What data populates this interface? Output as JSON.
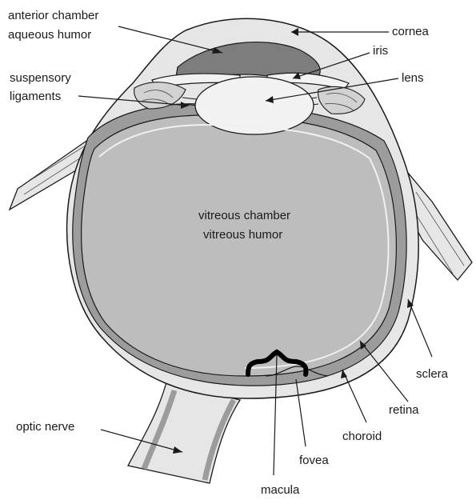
{
  "labels": {
    "anterior_chamber": "anterior chamber",
    "aqueous_humor": "aqueous humor",
    "cornea": "cornea",
    "iris": "iris",
    "lens": "lens",
    "suspensory": "suspensory",
    "ligaments": "ligaments",
    "vitreous_chamber": "vitreous chamber",
    "vitreous_humor": "vitreous humor",
    "sclera": "sclera",
    "retina": "retina",
    "choroid": "choroid",
    "optic_nerve": "optic nerve",
    "fovea": "fovea",
    "macula": "macula"
  },
  "colors": {
    "vitreous_fill": "#bdbdbd",
    "choroid_fill": "#9c9c9c",
    "anterior_chamber_fill": "#7d7d7d",
    "sclera_fill": "#e6e6e6",
    "lens_fill": "#f2f2f2",
    "outline": "#1a1a1a"
  }
}
